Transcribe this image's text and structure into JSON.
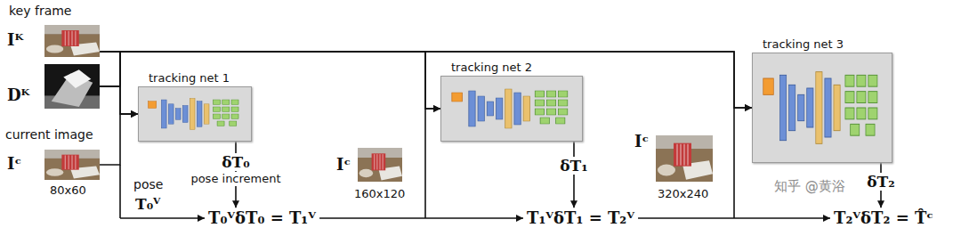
{
  "diagram": {
    "nodes": [
      {
        "text": [
          "key frame",
          "Iᴷ"
        ]
      },
      {
        "text": [
          "Dᴷ"
        ]
      },
      {
        "text": [
          "current image",
          "Iᶜ",
          "80x60"
        ]
      },
      {
        "text": [
          "tracking net 1"
        ]
      },
      {
        "text": [
          "Iᶜ",
          "160x120"
        ]
      },
      {
        "text": [
          "tracking net 2"
        ]
      },
      {
        "text": [
          "Iᶜ",
          "320x240"
        ]
      },
      {
        "text": [
          "tracking net 3"
        ]
      }
    ],
    "edges": [
      {
        "from": 0,
        "to": 3,
        "arrow": "to"
      },
      {
        "from": 1,
        "to": 3,
        "arrow": "to"
      },
      {
        "from": 2,
        "to": 3,
        "arrow": "to"
      },
      {
        "from": 0,
        "to": 5,
        "arrow": "to"
      },
      {
        "from": 1,
        "to": 5,
        "arrow": "to"
      },
      {
        "from": 0,
        "to": 7,
        "arrow": "to"
      },
      {
        "from": 1,
        "to": 7,
        "arrow": "to"
      }
    ],
    "labels": [
      "δT₀",
      "pose increment",
      "pose",
      "T₀ⱽ",
      "T₀ⱽδT₀ = T₁ⱽ",
      "δT₁",
      "T₁ⱽδT₁ = T₂ⱽ",
      "δT₂",
      "T₂ⱽδT₂ = T̂ᶜ",
      "知乎 @黄浴"
    ]
  }
}
